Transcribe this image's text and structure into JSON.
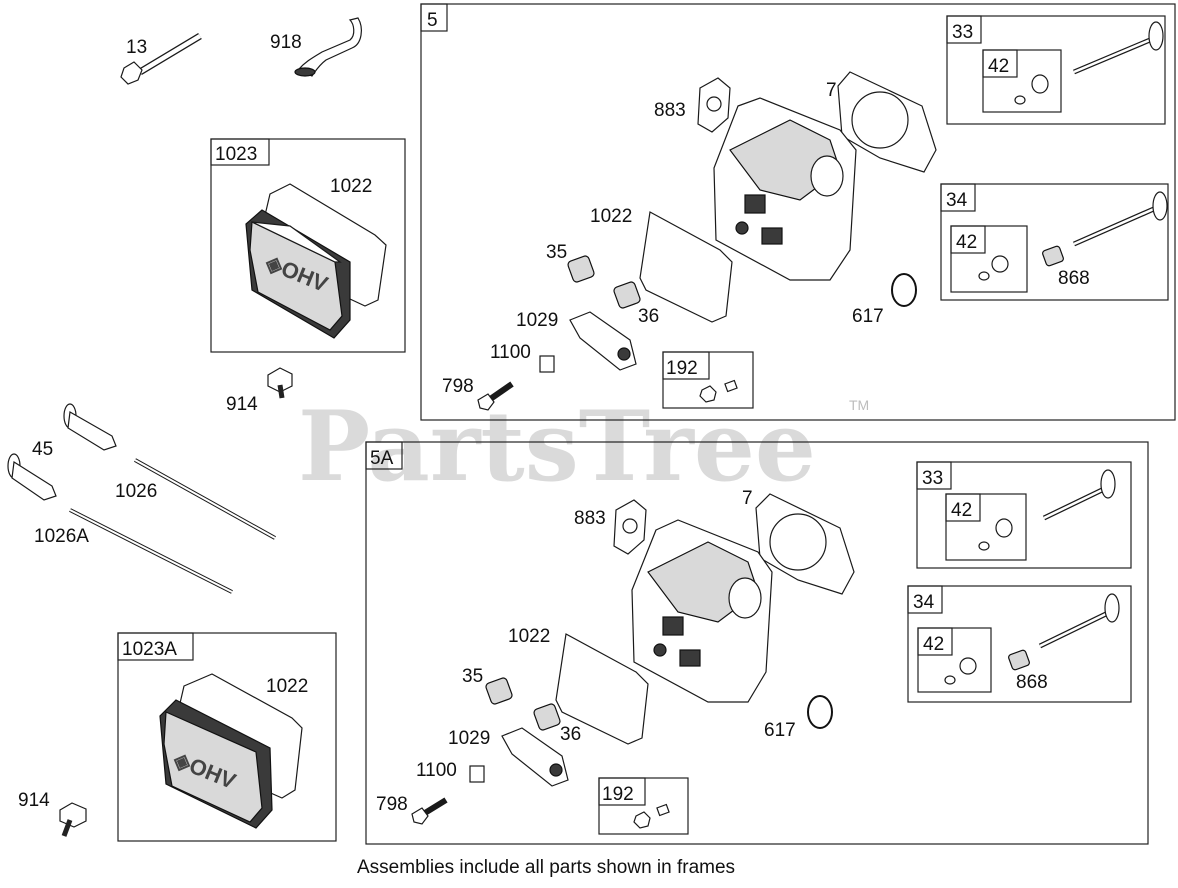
{
  "watermark": {
    "text": "PartsTree",
    "trademark": "TM"
  },
  "footer_note": "Assemblies include all parts shown in frames",
  "loose_parts": {
    "bolt_13": "13",
    "breather_tube": "918",
    "screw_914_upper": "914",
    "pushrod_45": "45",
    "pushrod_1026": "1026",
    "pushrod_1026a": "1026A",
    "screw_914_lower": "914"
  },
  "frame_1023": {
    "tag": "1023",
    "gasket": "1022"
  },
  "frame_1023a": {
    "tag": "1023A",
    "gasket": "1022"
  },
  "assembly_5": {
    "tag": "5",
    "gasket_883": "883",
    "head_gasket_7": "7",
    "gasket_1022": "1022",
    "spring_35": "35",
    "spring_36": "36",
    "rocker_1029": "1029",
    "guide_1100": "1100",
    "stud_798": "798",
    "ring_617": "617",
    "sub_192": {
      "tag": "192"
    },
    "sub_33": {
      "tag": "33",
      "inner": "42"
    },
    "sub_34": {
      "tag": "34",
      "inner": "42",
      "seal": "868"
    }
  },
  "assembly_5a": {
    "tag": "5A",
    "gasket_883": "883",
    "head_gasket_7": "7",
    "gasket_1022": "1022",
    "spring_35": "35",
    "spring_36": "36",
    "rocker_1029": "1029",
    "guide_1100": "1100",
    "stud_798": "798",
    "ring_617": "617",
    "sub_192": {
      "tag": "192"
    },
    "sub_33": {
      "tag": "33",
      "inner": "42"
    },
    "sub_34": {
      "tag": "34",
      "inner": "42",
      "seal": "868"
    }
  }
}
